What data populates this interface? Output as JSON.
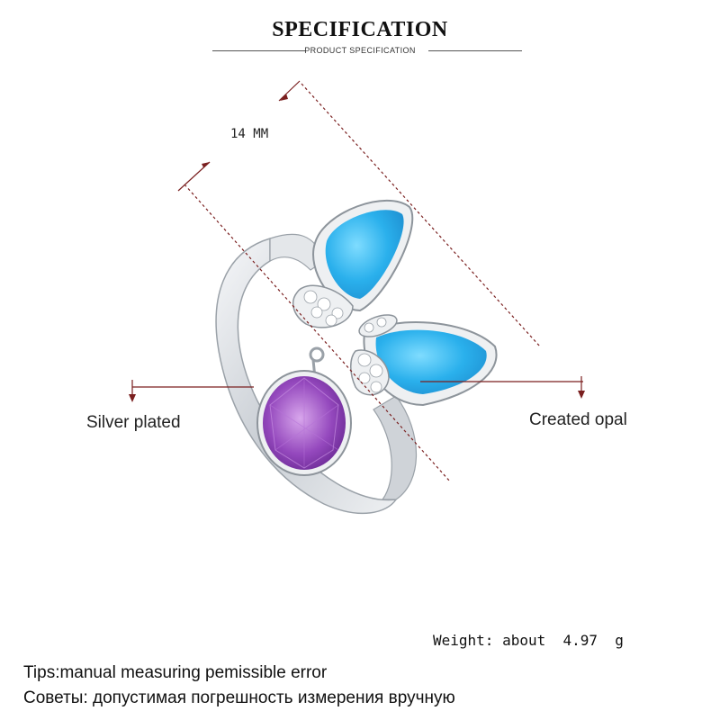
{
  "header": {
    "title": "SPECIFICATION",
    "subtitle": "PRODUCT SPECIFICATION"
  },
  "dimension": {
    "label": "14 MM"
  },
  "callouts": {
    "left": "Silver plated",
    "right": "Created opal"
  },
  "weight": {
    "text": "Weight: about  4.97  g"
  },
  "tips": {
    "en": "Tips:manual measuring pemissible error",
    "ru": "Советы: допустимая погрешность измерения вручную"
  },
  "colors": {
    "opal": "#34b8f0",
    "amethyst": "#8a3fb0",
    "silver": "#d9dde2",
    "guide": "#7a1f1f"
  }
}
